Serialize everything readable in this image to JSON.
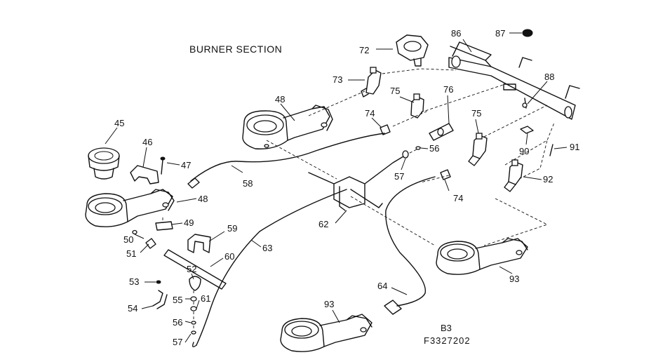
{
  "title": "BURNER SECTION",
  "footer": {
    "code1": "B3",
    "code2": "F3327202"
  },
  "labels": {
    "p45": "45",
    "p46": "46",
    "p47": "47",
    "p48a": "48",
    "p48b": "48",
    "p49": "49",
    "p50": "50",
    "p51": "51",
    "p52": "52",
    "p53": "53",
    "p54": "54",
    "p55": "55",
    "p56a": "56",
    "p56b": "56",
    "p57a": "57",
    "p57b": "57",
    "p58": "58",
    "p59": "59",
    "p60": "60",
    "p61": "61",
    "p62": "62",
    "p63": "63",
    "p64": "64",
    "p72": "72",
    "p73": "73",
    "p74a": "74",
    "p74b": "74",
    "p75a": "75",
    "p75b": "75",
    "p76": "76",
    "p86": "86",
    "p87": "87",
    "p88": "88",
    "p90": "90",
    "p91": "91",
    "p92": "92",
    "p93a": "93",
    "p93b": "93"
  },
  "colors": {
    "ink": "#111111",
    "paper": "#ffffff"
  }
}
